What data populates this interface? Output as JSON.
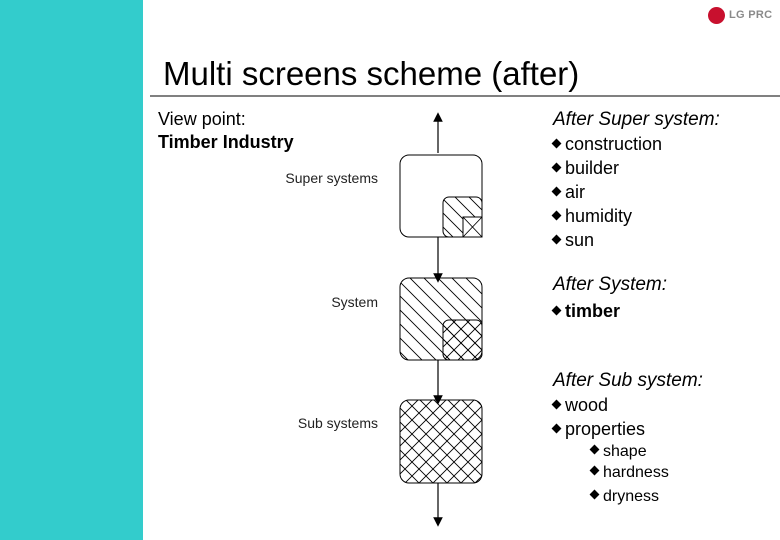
{
  "logo": {
    "text": "LG PRC"
  },
  "title": "Multi screens scheme (after)",
  "viewpoint": {
    "label": "View point:",
    "value": "Timber Industry"
  },
  "diagram": {
    "levels": [
      "Super systems",
      "System",
      "Sub systems"
    ]
  },
  "sections": {
    "super": {
      "heading": "After Super system:",
      "items": [
        "construction",
        "builder",
        "air",
        "humidity",
        "sun"
      ]
    },
    "system": {
      "heading": "After System:",
      "items": [
        "timber"
      ]
    },
    "sub": {
      "heading": "After Sub system:",
      "items": [
        "wood",
        "properties"
      ],
      "subitems": [
        "shape",
        "hardness",
        "dryness"
      ]
    }
  },
  "colors": {
    "accent": "#33CCCC",
    "logo": "#C8102E"
  }
}
